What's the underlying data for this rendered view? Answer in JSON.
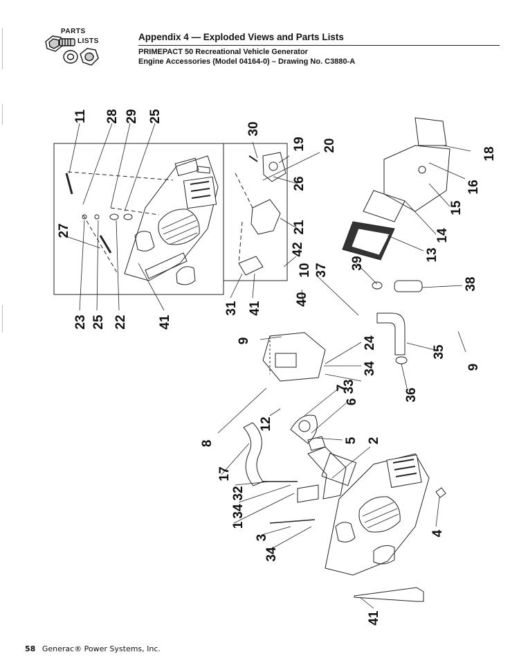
{
  "header": {
    "logo_line1": "PARTS",
    "logo_line2": "LISTS",
    "appendix_title": "Appendix 4 — Exploded Views and Parts Lists",
    "subtitle_line1": "PRIMEPACT 50 Recreational Vehicle Generator",
    "subtitle_line2": "Engine Accessories (Model 04164-0) – Drawing No. C3880-A"
  },
  "footer": {
    "page_number": "58",
    "company": "Generac® Power Systems, Inc."
  },
  "callouts": [
    {
      "id": "c11",
      "label": "11"
    },
    {
      "id": "c28",
      "label": "28"
    },
    {
      "id": "c29",
      "label": "29"
    },
    {
      "id": "c25a",
      "label": "25"
    },
    {
      "id": "c30",
      "label": "30"
    },
    {
      "id": "c19",
      "label": "19"
    },
    {
      "id": "c20",
      "label": "20"
    },
    {
      "id": "c26",
      "label": "26"
    },
    {
      "id": "c21",
      "label": "21"
    },
    {
      "id": "c42",
      "label": "42"
    },
    {
      "id": "c27",
      "label": "27"
    },
    {
      "id": "c23",
      "label": "23"
    },
    {
      "id": "c25b",
      "label": "25"
    },
    {
      "id": "c22",
      "label": "22"
    },
    {
      "id": "c41a",
      "label": "41"
    },
    {
      "id": "c31",
      "label": "31"
    },
    {
      "id": "c41b",
      "label": "41"
    },
    {
      "id": "c40",
      "label": "40"
    },
    {
      "id": "c10",
      "label": "10"
    },
    {
      "id": "c37",
      "label": "37"
    },
    {
      "id": "c39",
      "label": "39"
    },
    {
      "id": "c18",
      "label": "18"
    },
    {
      "id": "c16",
      "label": "16"
    },
    {
      "id": "c15",
      "label": "15"
    },
    {
      "id": "c14",
      "label": "14"
    },
    {
      "id": "c13",
      "label": "13"
    },
    {
      "id": "c38",
      "label": "38"
    },
    {
      "id": "c9a",
      "label": "9"
    },
    {
      "id": "c24",
      "label": "24"
    },
    {
      "id": "c34a",
      "label": "34"
    },
    {
      "id": "c33",
      "label": "33"
    },
    {
      "id": "c35",
      "label": "35"
    },
    {
      "id": "c9b",
      "label": "9"
    },
    {
      "id": "c36",
      "label": "36"
    },
    {
      "id": "c7",
      "label": "7"
    },
    {
      "id": "c6",
      "label": "6"
    },
    {
      "id": "c12",
      "label": "12"
    },
    {
      "id": "c8",
      "label": "8"
    },
    {
      "id": "c5",
      "label": "5"
    },
    {
      "id": "c2",
      "label": "2"
    },
    {
      "id": "c17",
      "label": "17"
    },
    {
      "id": "c32",
      "label": "32"
    },
    {
      "id": "c34b",
      "label": "34"
    },
    {
      "id": "c1",
      "label": "1"
    },
    {
      "id": "c3",
      "label": "3"
    },
    {
      "id": "c34c",
      "label": "34"
    },
    {
      "id": "c4",
      "label": "4"
    },
    {
      "id": "c41c",
      "label": "41"
    }
  ]
}
